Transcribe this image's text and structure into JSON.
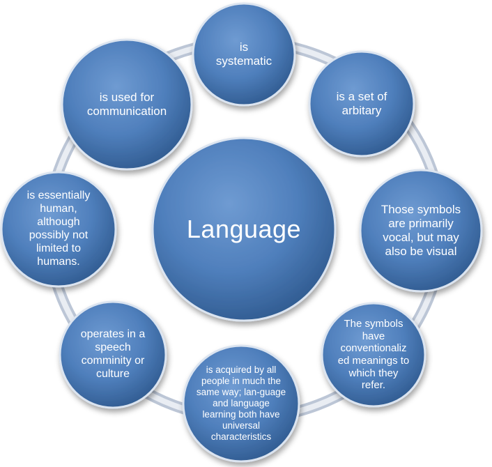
{
  "center": {
    "label": "Language"
  },
  "nodes": [
    {
      "id": "systematic",
      "text": "is\nsystematic"
    },
    {
      "id": "arbitrary-set",
      "text": "is a set of\narbitary"
    },
    {
      "id": "vocal-symbols",
      "text": "Those symbols\nare primarily\nvocal, but may\nalso be visual"
    },
    {
      "id": "conventional-meanings",
      "text": "The symbols\nhave\nconventionaliz\ned meanings to\nwhich they\nrefer."
    },
    {
      "id": "acquired",
      "text": "is acquired by all\npeople in much the\nsame way; lan-guage\nand language\nlearning both have\nuniversal\ncharacteristics"
    },
    {
      "id": "speech-community",
      "text": "operates in a\nspeech\ncomminity or\nculture"
    },
    {
      "id": "essentially-human",
      "text": "is essentially\nhuman,\nalthough\npossibly not\nlimited to\nhumans."
    },
    {
      "id": "communication",
      "text": "is used for\ncommunication"
    }
  ],
  "colors": {
    "node_fill": "#4f81bd",
    "node_dark": "#2c4d75",
    "ring": "#d4dbe6",
    "text": "#ffffff"
  }
}
